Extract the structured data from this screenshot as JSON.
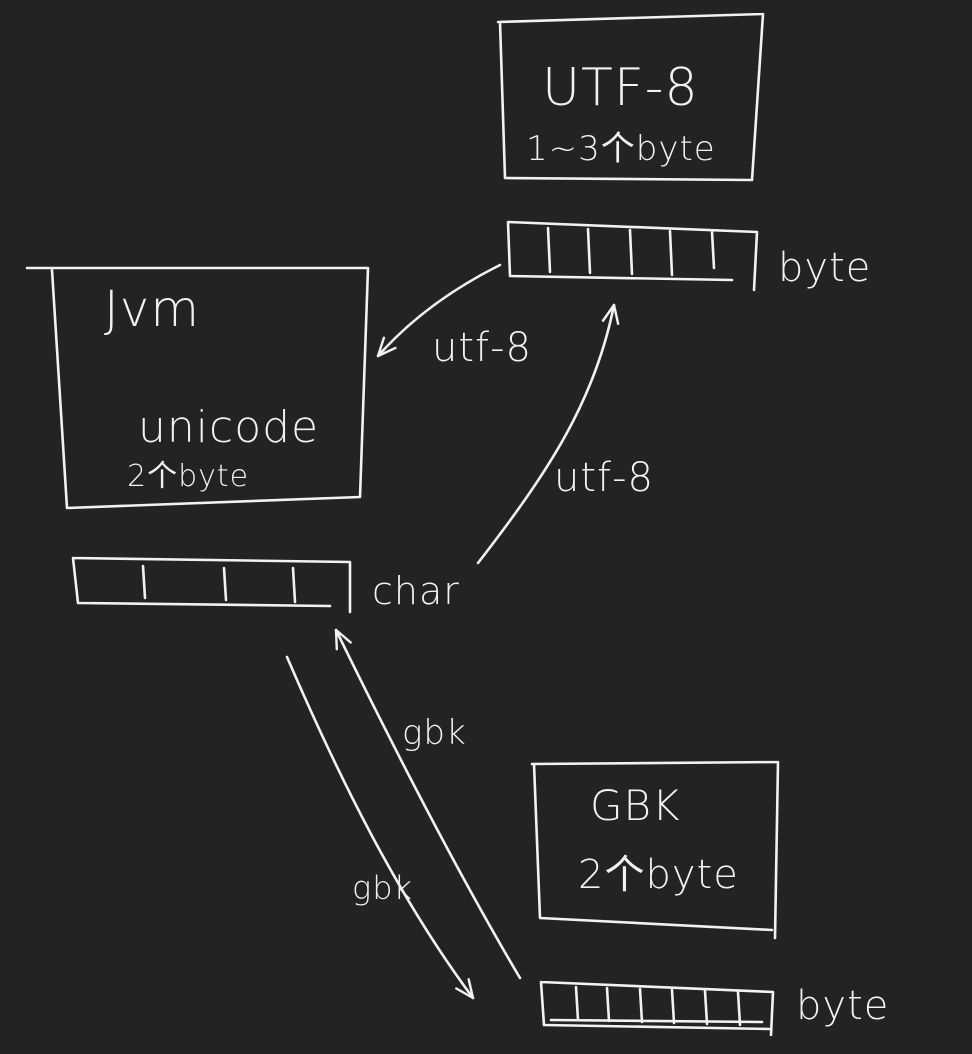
{
  "background": "#232323",
  "ink_color": "#f2f2f2",
  "jvm": {
    "title": "Jvm",
    "encoding": "unicode",
    "size": "2个byte"
  },
  "char_array": {
    "label": "char"
  },
  "utf8": {
    "title": "UTF-8",
    "size": "1~3个byte"
  },
  "utf8_bytes": {
    "label": "byte"
  },
  "gbk": {
    "title": "GBK",
    "size": "2个byte"
  },
  "gbk_bytes": {
    "label": "byte"
  },
  "edges": {
    "utf8_to_jvm": "utf-8",
    "char_to_utf8": "utf-8",
    "gbk_to_char": "gbk",
    "char_to_gbk": "gbk"
  }
}
